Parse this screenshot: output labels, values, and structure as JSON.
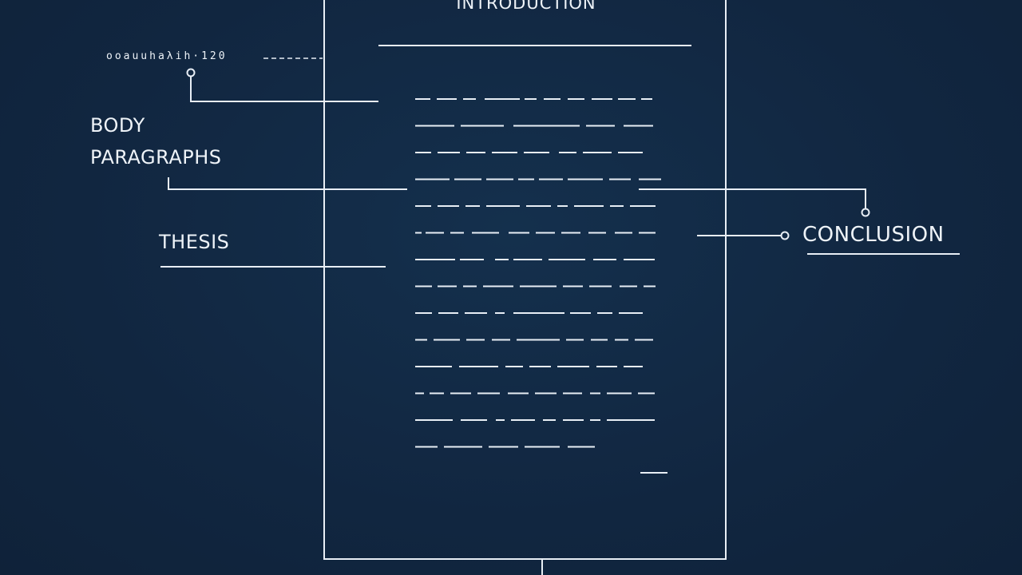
{
  "labels": {
    "introduction": "INTRODUCTION",
    "body_line1": "BODY",
    "body_line2": "PARAGRAPHS",
    "thesis": "THESIS",
    "conclusion": "CONCLUSION",
    "scribble": "ooauuhaλih·120"
  },
  "colors": {
    "background": "#12273f",
    "stroke": "#e8eef5"
  },
  "document_text_lines": 14
}
